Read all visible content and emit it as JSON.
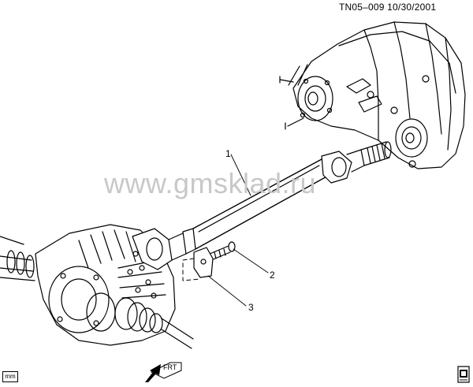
{
  "header": {
    "document_id": "TN05–009  10/30/2001"
  },
  "callouts": {
    "c1": "1",
    "c2": "2",
    "c3": "3"
  },
  "footer": {
    "unit_label": "mm",
    "front_indicator": "FRT"
  },
  "watermark": "www.gmsklad.ru",
  "icons": {
    "front_arrow": "front-direction-arrow-icon",
    "manual": "service-manual-icon"
  },
  "colors": {
    "line": "#000000",
    "watermark": "#c8c8c8",
    "background": "#ffffff"
  }
}
